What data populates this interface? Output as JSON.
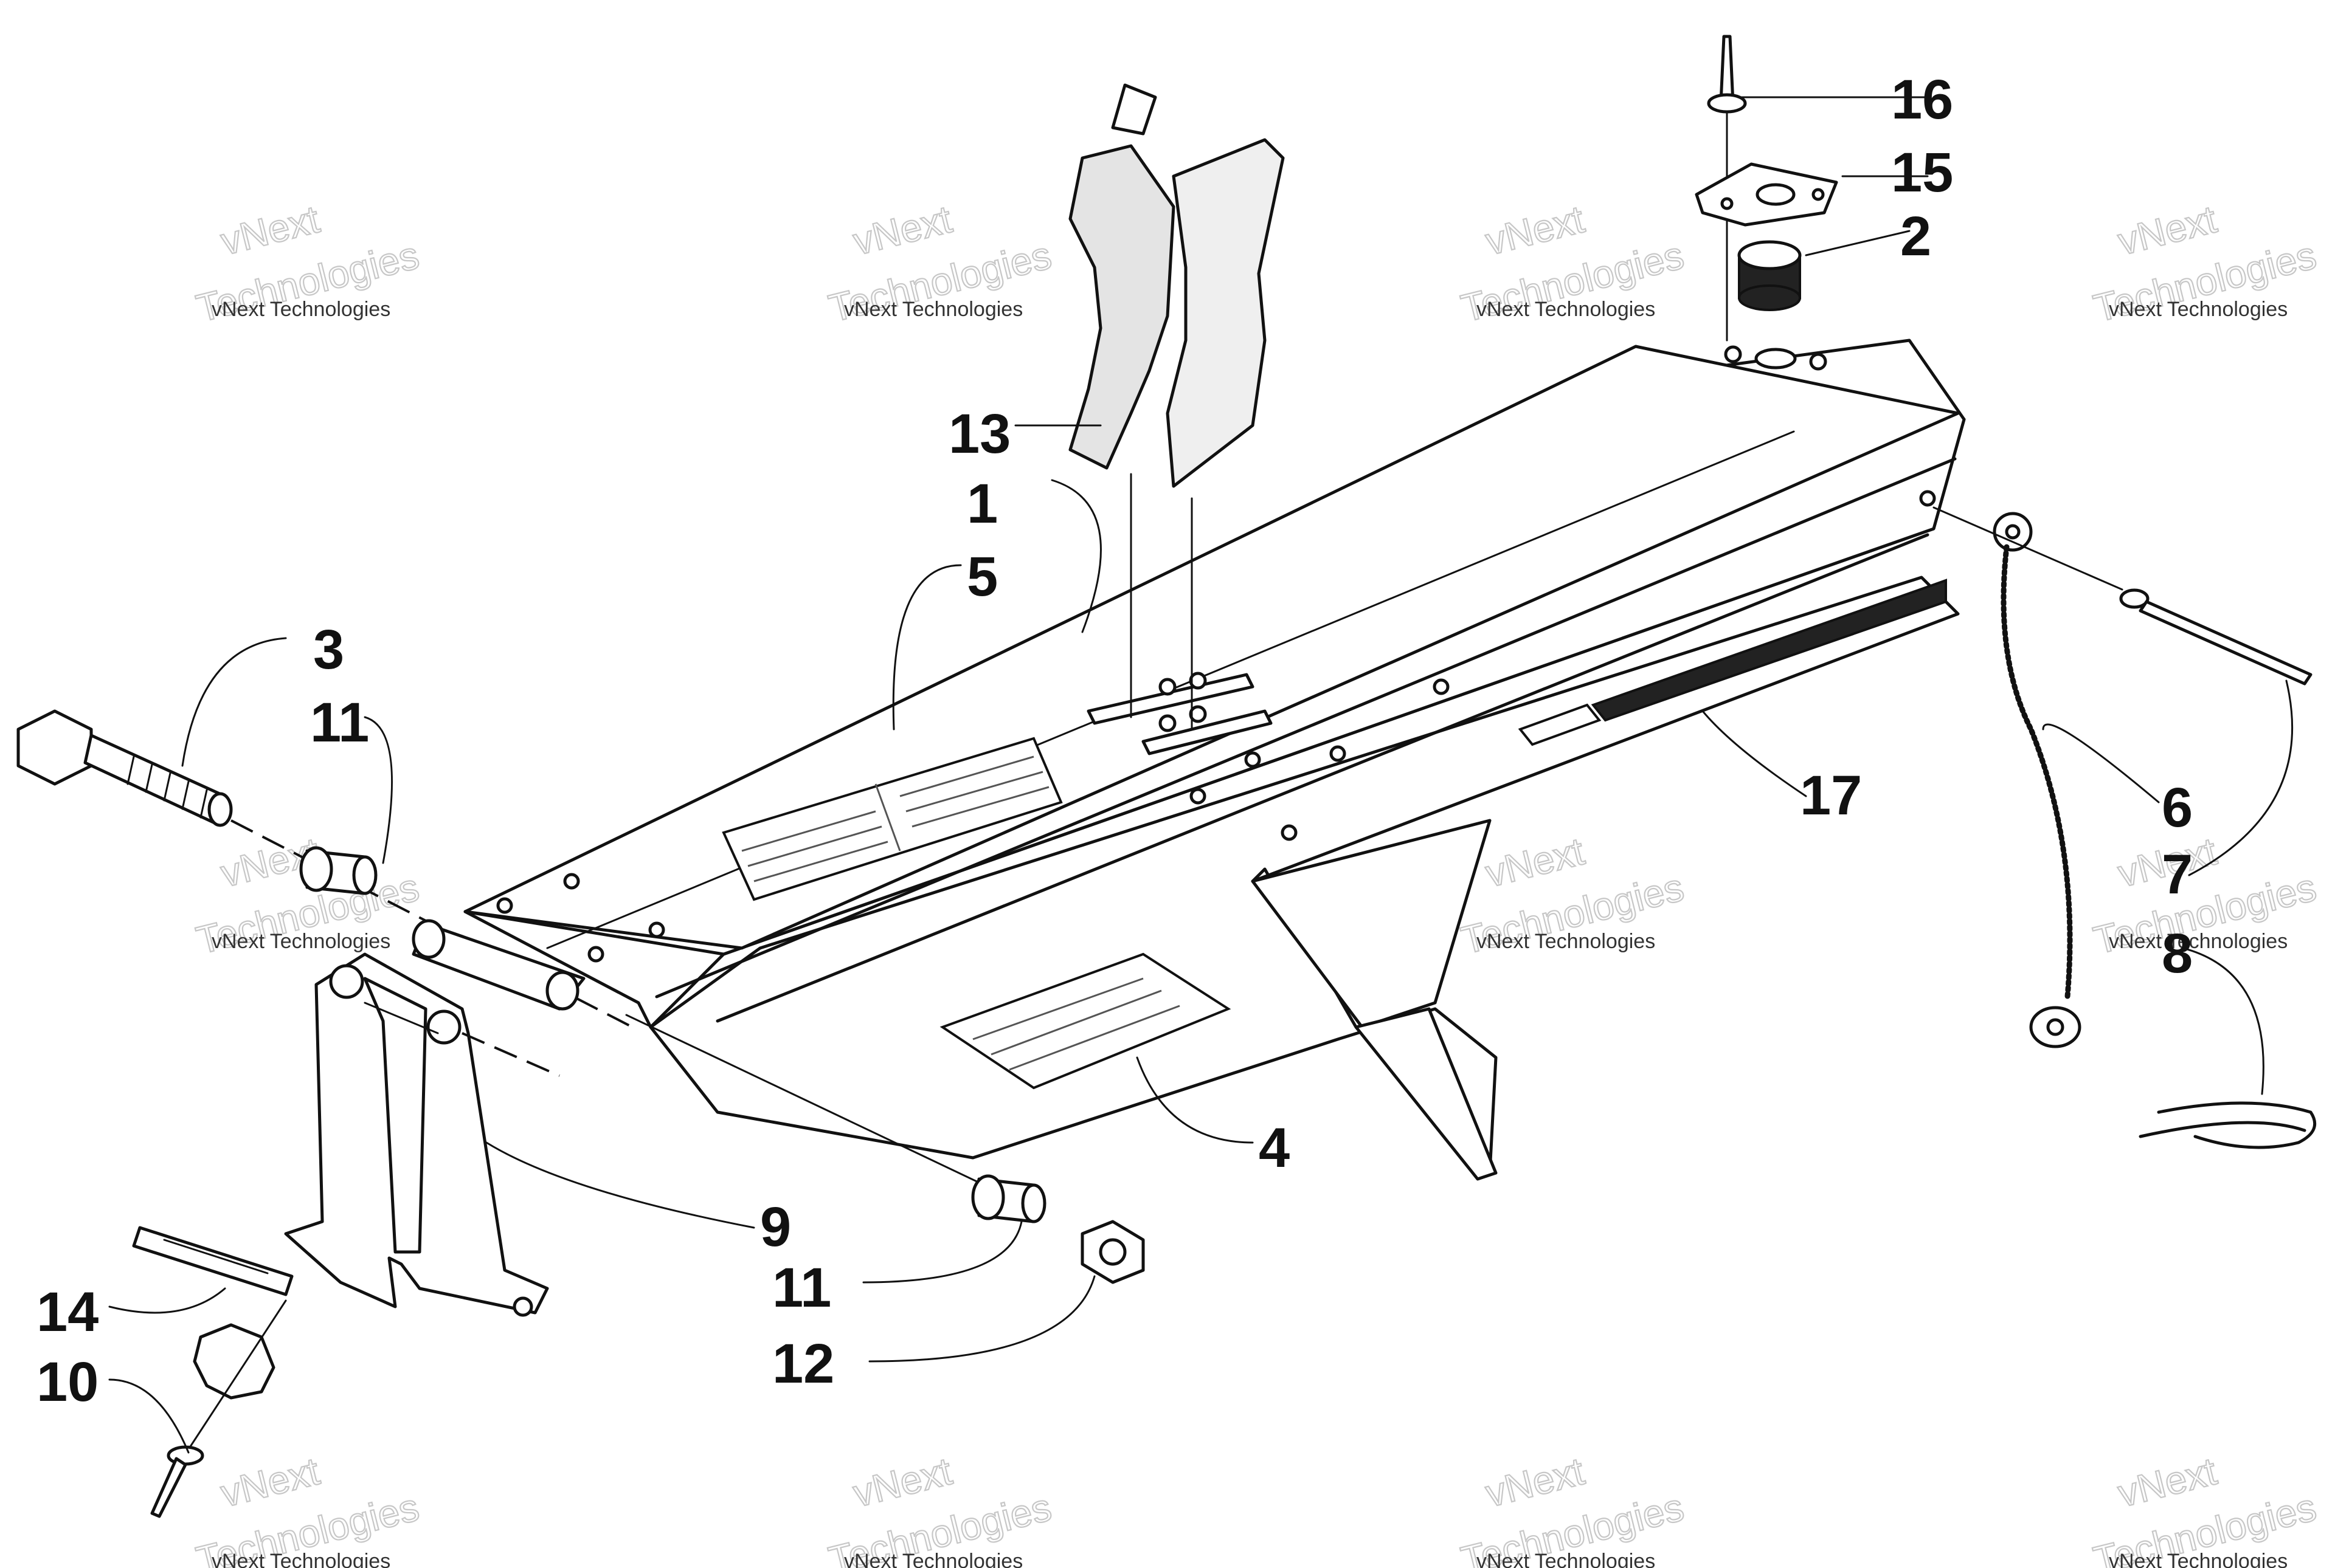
{
  "watermark": {
    "line1": "vNext Technologies",
    "line2_a": "vNext",
    "line2_b": "Technologies"
  },
  "callouts": {
    "p1": "1",
    "p2": "2",
    "p3": "3",
    "p4": "4",
    "p5": "5",
    "p6": "6",
    "p7": "7",
    "p8": "8",
    "p9": "9",
    "p10": "10",
    "p11a": "11",
    "p11b": "11",
    "p12": "12",
    "p13": "13",
    "p14": "14",
    "p15": "15",
    "p16": "16",
    "p17": "17"
  },
  "colors": {
    "line": "#111111",
    "background": "#ffffff",
    "watermark": "#c7c7c7"
  }
}
